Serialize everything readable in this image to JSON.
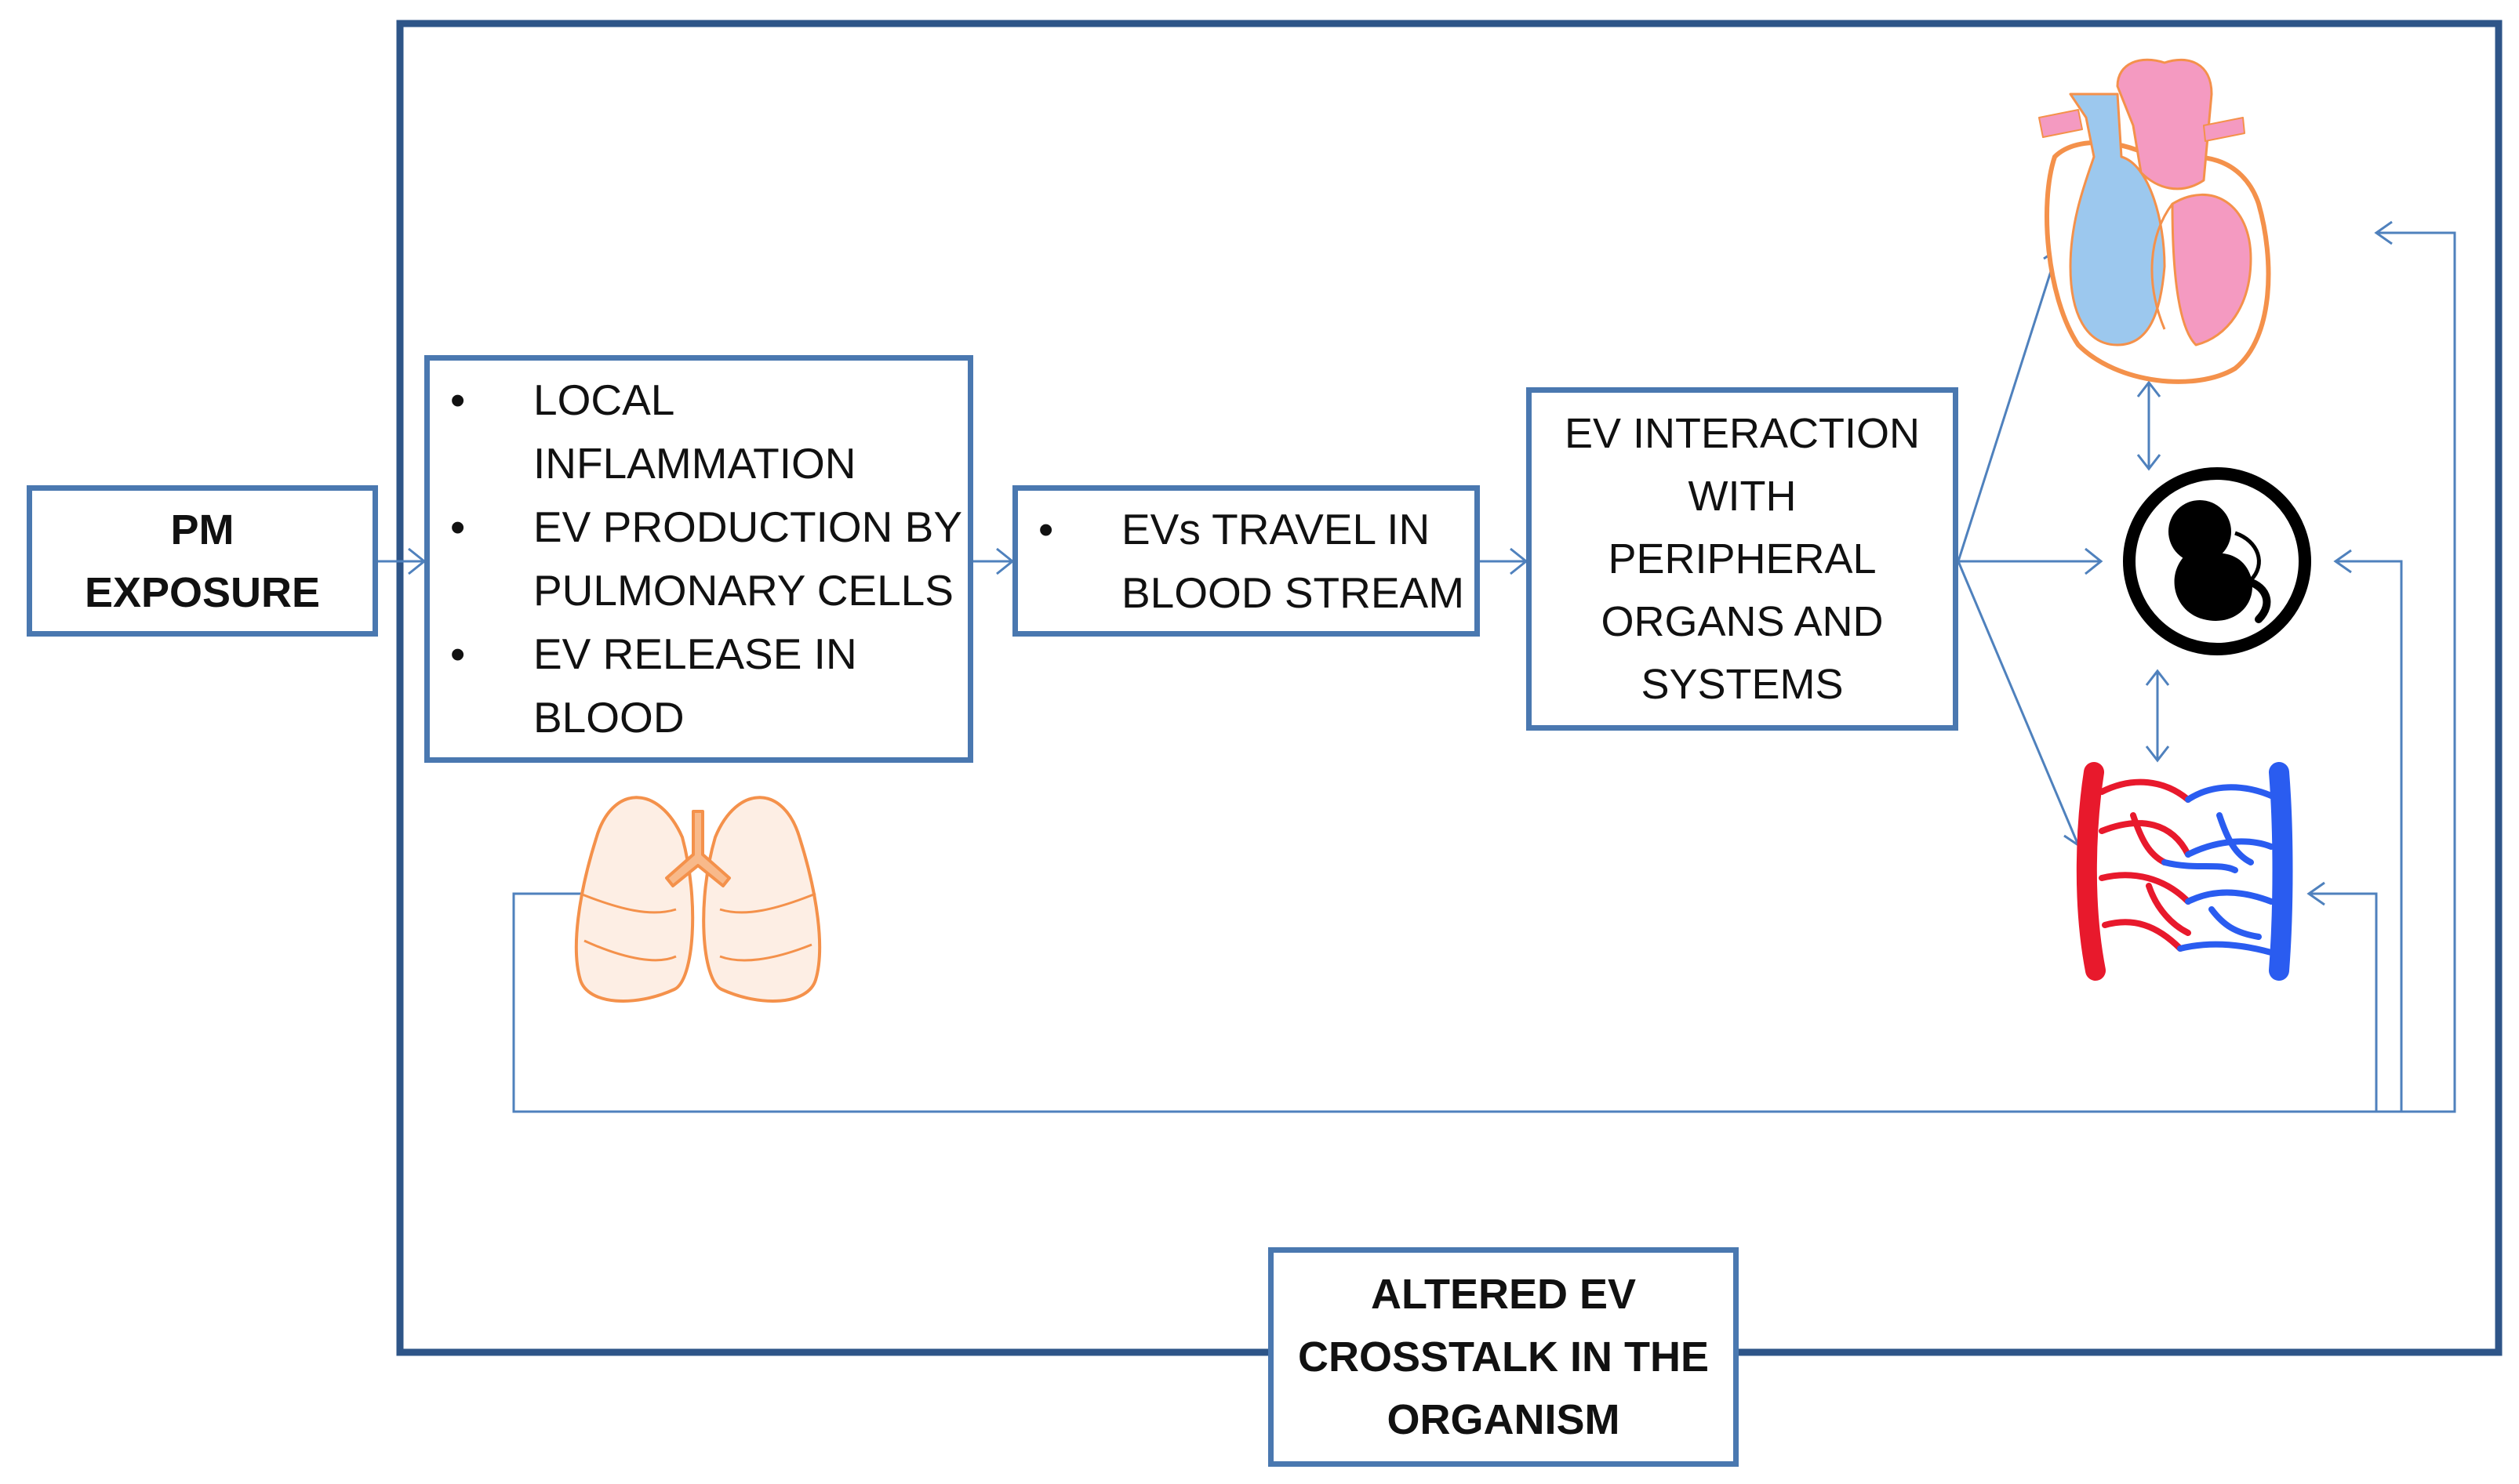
{
  "pm_exposure": {
    "lines": [
      "PM",
      "EXPOSURE"
    ]
  },
  "local_effects": {
    "bullets": [
      {
        "lines": [
          "LOCAL",
          "INFLAMMATION"
        ]
      },
      {
        "lines": [
          "EV PRODUCTION BY",
          "PULMONARY CELLS"
        ]
      },
      {
        "lines": [
          "EV RELEASE IN",
          "BLOOD"
        ]
      }
    ]
  },
  "blood_travel": {
    "bullets": [
      {
        "lines": [
          "EVs TRAVEL IN",
          "BLOOD STREAM"
        ]
      }
    ]
  },
  "ev_interaction": {
    "lines": [
      "EV INTERACTION",
      "WITH",
      "PERIPHERAL",
      "ORGANS AND",
      "SYSTEMS"
    ]
  },
  "altered_crosstalk": {
    "lines": [
      "ALTERED EV",
      "CROSSTALK IN THE",
      "ORGANISM"
    ]
  },
  "bullet_symbol": "•",
  "icons": [
    "lungs-icon",
    "heart-icon",
    "fetus-icon",
    "blood-vessels-icon"
  ],
  "colors": {
    "frame": "#2e5588",
    "box_border": "#4a78b0",
    "arrow": "#4f81bd",
    "lungs": "#f4914b",
    "heart_blue": "#9cc8ee",
    "heart_pink": "#f49ac1",
    "artery_red": "#e8192c",
    "vein_blue": "#2a5cf0"
  }
}
